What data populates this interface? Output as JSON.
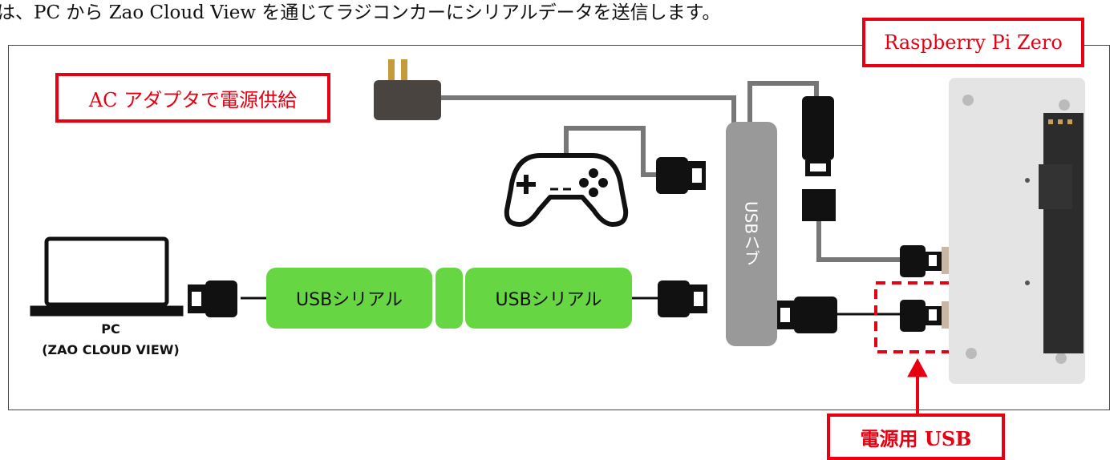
{
  "intro_text": "は、PC から Zao Cloud View を通じてラジコンカーにシリアルデータを送信します。",
  "callouts": {
    "ac_adapter": "AC アダプタで電源供給",
    "raspberry_pi": "Raspberry Pi Zero",
    "power_usb": "電源用 USB"
  },
  "components": {
    "serial_left": "USBシリアル",
    "serial_right": "USBシリアル",
    "usb_hub": "USBハブ",
    "pc_label_line1": "PC",
    "pc_label_line2": "(ZAO CLOUD VIEW)"
  },
  "colors": {
    "callout_red": "#e60012",
    "serial_green": "#66d643",
    "hub_gray": "#999999",
    "cable_gray": "#777777"
  },
  "icons": [
    "laptop-icon",
    "gamepad-icon",
    "ac-adapter-plug-icon",
    "usb-plug-icon",
    "raspberry-pi-board"
  ]
}
